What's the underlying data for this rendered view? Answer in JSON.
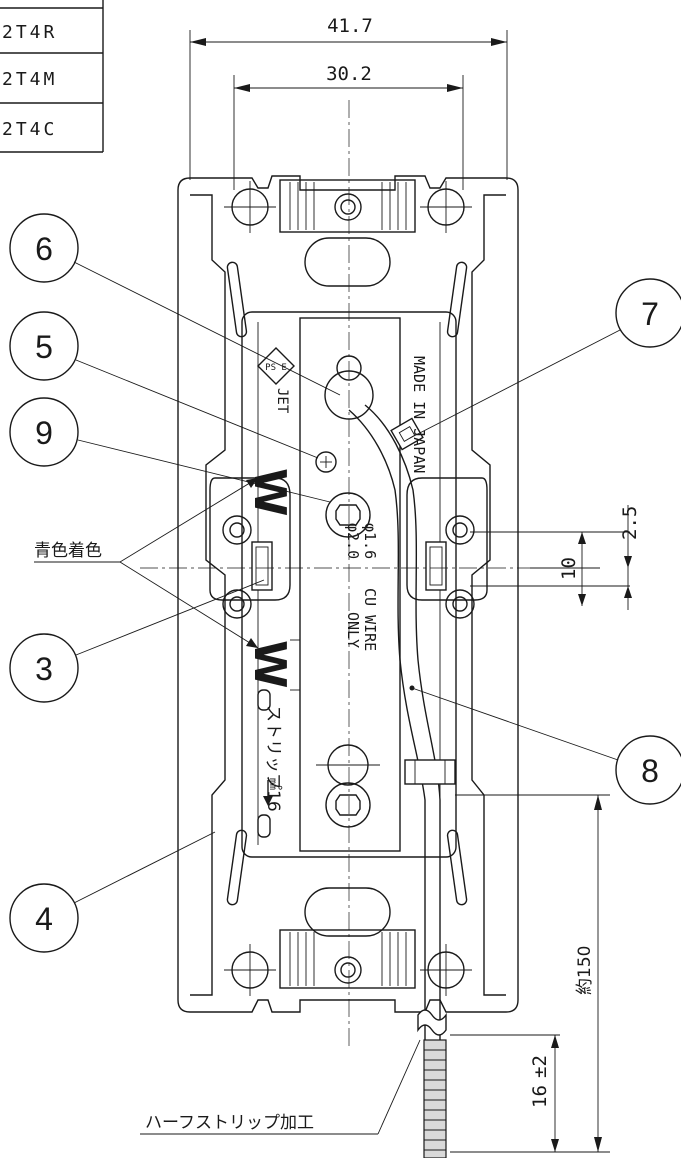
{
  "model_table": [
    "2T4R",
    "2T4M",
    "2T4C"
  ],
  "dimensions": {
    "overall_width": "41.7",
    "mount_width": "30.2",
    "offset": "2.5",
    "pitch": "10",
    "strip_length": "16",
    "strip_tolerance": "±2",
    "lead_length": "約150"
  },
  "callouts": [
    "6",
    "5",
    "9",
    "3",
    "4",
    "7",
    "8"
  ],
  "labels": {
    "blue_coloring": "青色着色",
    "half_strip": "ハーフストリップ加工",
    "made_in": "MADE IN JAPAN",
    "jet": "JET",
    "wire_spec_1": "φ1.6",
    "wire_spec_2": "φ2.0",
    "cu_wire": "CU WIRE",
    "only": "ONLY",
    "strip_gauge": "ストリップ16",
    "strip_unit": "mm",
    "pse": "PS E"
  }
}
